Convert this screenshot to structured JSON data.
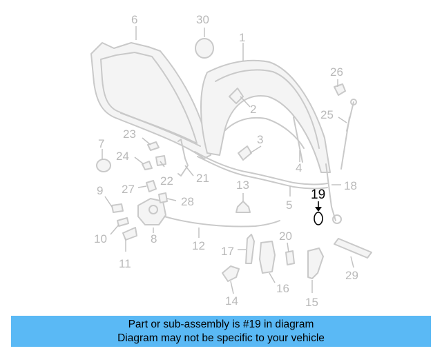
{
  "diagram": {
    "highlight_color": "#000000",
    "part_color": "#c9c9c9",
    "callouts": [
      "1",
      "2",
      "3",
      "4",
      "5",
      "6",
      "7",
      "8",
      "9",
      "10",
      "11",
      "12",
      "13",
      "14",
      "15",
      "16",
      "17",
      "18",
      "19",
      "20",
      "21",
      "22",
      "23",
      "24",
      "25",
      "26",
      "27",
      "28",
      "29",
      "30"
    ],
    "highlighted_callout": "19"
  },
  "banner": {
    "background": "#5ab9f5",
    "line1": "Part or sub-assembly is #19 in diagram",
    "line2": "Diagram may not be specific to your vehicle"
  }
}
